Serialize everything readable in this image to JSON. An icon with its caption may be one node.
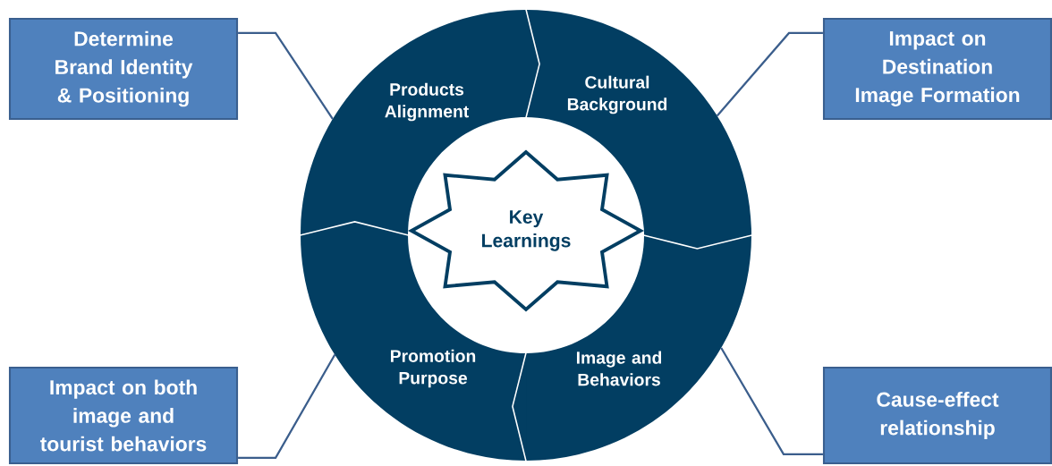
{
  "diagram": {
    "nodes": [
      {
        "text": [
          "Key Learnings"
        ]
      },
      {
        "text": [
          "Products Alignment"
        ]
      },
      {
        "text": [
          "Cultural Background"
        ]
      },
      {
        "text": [
          "Image and Behaviors"
        ]
      },
      {
        "text": [
          "Promotion Purpose"
        ]
      },
      {
        "text": [
          "Determine Brand Identity & Positioning"
        ]
      },
      {
        "text": [
          "Impact on Destination Image Formation"
        ]
      },
      {
        "text": [
          "Impact on both image and tourist behaviors"
        ]
      },
      {
        "text": [
          "Cause-effect relationship"
        ]
      }
    ],
    "edges": [
      {
        "from": 5,
        "to": 1,
        "arrow": "none"
      },
      {
        "from": 6,
        "to": 2,
        "arrow": "none"
      },
      {
        "from": 7,
        "to": 4,
        "arrow": "none"
      },
      {
        "from": 8,
        "to": 3,
        "arrow": "none"
      }
    ]
  }
}
